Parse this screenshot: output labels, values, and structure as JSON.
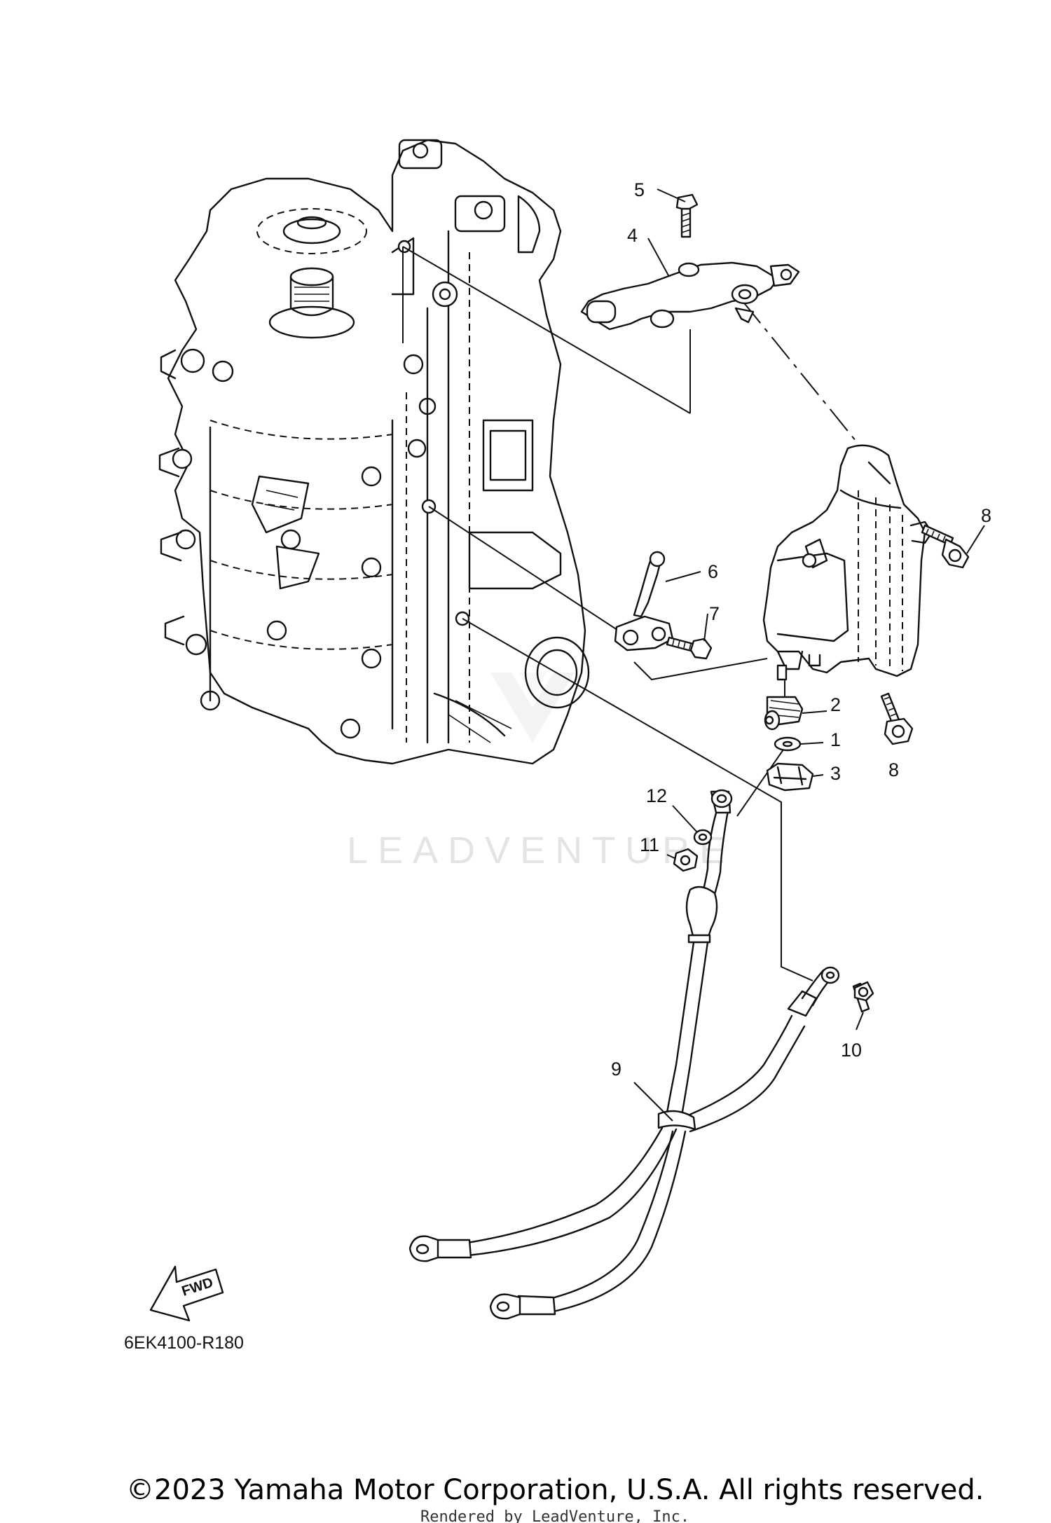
{
  "callouts": {
    "c1": "1",
    "c2": "2",
    "c3": "3",
    "c4": "4",
    "c5": "5",
    "c6": "6",
    "c7": "7",
    "c8a": "8",
    "c8b": "8",
    "c9": "9",
    "c10": "10",
    "c11": "11",
    "c12": "12"
  },
  "fwd_label": "FWD",
  "diagram_code": "6EK4100-R180",
  "watermark": "LEADVENTURE",
  "copyright": "©2023 Yamaha Motor Corporation, U.S.A. All rights reserved.",
  "rendered_by": "Rendered by LeadVenture, Inc."
}
